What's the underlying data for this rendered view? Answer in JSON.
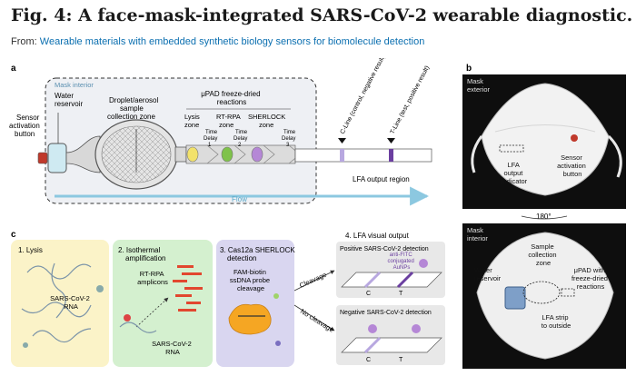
{
  "header": {
    "title": "Fig. 4: A face-mask-integrated SARS-CoV-2 wearable diagnostic.",
    "source_prefix": "From:",
    "source_link": "Wearable materials with embedded synthetic biology sensors for biomolecule detection"
  },
  "panel_a": {
    "letter": "a",
    "mask_interior": "Mask interior",
    "water_reservoir": [
      "Water",
      "reservoir"
    ],
    "sensor_button": [
      "Sensor",
      "activation",
      "button"
    ],
    "collection_zone": [
      "Droplet/aerosol",
      "sample",
      "collection zone"
    ],
    "upad": [
      "μPAD freeze-dried",
      "reactions"
    ],
    "lysis": [
      "Lysis",
      "zone"
    ],
    "rtrpa": [
      "RT-RPA",
      "zone"
    ],
    "sherlock": [
      "SHERLOCK",
      "zone"
    ],
    "time_delays": [
      [
        "Time",
        "Delay",
        "1"
      ],
      [
        "Time",
        "Delay",
        "2"
      ],
      [
        "Time",
        "Delay",
        "3"
      ]
    ],
    "c_line": "C-Line (control, negative result)",
    "t_line": "T-Line (test, positive result)",
    "lfa_region": "LFA output region",
    "flow": "Flow"
  },
  "panel_b": {
    "letter": "b",
    "exterior": [
      "Mask",
      "exterior"
    ],
    "lfa_output": [
      "LFA",
      "output",
      "indicator"
    ],
    "sensor_button": [
      "Sensor",
      "activation",
      "button"
    ],
    "rotation": "180°",
    "interior": [
      "Mask",
      "interior"
    ],
    "sample_zone": [
      "Sample",
      "collection",
      "zone"
    ],
    "water_reservoir": [
      "Water",
      "reservoir"
    ],
    "upad": [
      "μPAD with",
      "freeze-dried",
      "reactions"
    ],
    "lfa_strip": [
      "LFA strip",
      "to outside"
    ]
  },
  "panel_c": {
    "letter": "c",
    "step1": "1. Lysis",
    "virus_rna": [
      "SARS-CoV-2",
      "RNA"
    ],
    "step2": [
      "2. Isothermal",
      "amplification"
    ],
    "amplicons": [
      "RT-RPA",
      "amplicons"
    ],
    "rna2": [
      "SARS-CoV-2",
      "RNA"
    ],
    "step3": [
      "3. Cas12a SHERLOCK",
      "detection"
    ],
    "probe": [
      "FAM-biotin",
      "ssDNA probe",
      "cleavage"
    ],
    "cleavage": "Cleavage",
    "no_cleavage": "No cleavage",
    "step4": "4. LFA visual output",
    "positive": "Positive SARS-CoV-2 detection",
    "negative": "Negative SARS-CoV-2 detection",
    "antibody": [
      "anti-FITC",
      "conjugated",
      "AuNPs"
    ],
    "c": "C",
    "t": "T"
  },
  "colors": {
    "title": "#1a1a1a",
    "link": "#0b6fb0",
    "flow": "#8cc8e0",
    "lysis_bg": "#fbf3c8",
    "amp_bg": "#d4f0cf",
    "sherlock_bg": "#d9d6f0",
    "lfa_bg": "#e8e8e8",
    "t_line": "#6b3fa0",
    "c_line": "#b8a8e0"
  }
}
